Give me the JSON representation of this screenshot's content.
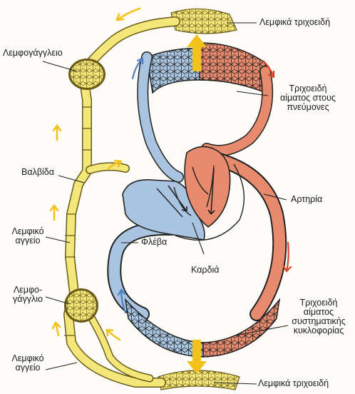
{
  "labels": {
    "lymph_capillaries_top": "Λεμφικά τριχοειδή",
    "lymph_node_top": "Λεμφογάγγλειο",
    "valve": "Βαλβίδα",
    "lymph_vessel_top_line1": "Λεμφικό",
    "lymph_vessel_top_line2": "αγγείο",
    "lymph_node_bottom_line1": "Λεμφο-",
    "lymph_node_bottom_line2": "γάγγλιο",
    "lymph_vessel_bottom_line1": "Λεμφικό",
    "lymph_vessel_bottom_line2": "αγγείο",
    "lung_capillaries_line1": "Τριχοειδή",
    "lung_capillaries_line2": "αίματος στους",
    "lung_capillaries_line3": "πνεύμονες",
    "artery": "Αρτηρία",
    "vein": "Φλέβα",
    "heart": "Καρδιά",
    "systemic_capillaries_line1": "Τριχοειδή",
    "systemic_capillaries_line2": "αίματος",
    "systemic_capillaries_line3": "συστηματικής",
    "systemic_capillaries_line4": "κυκλοφορίας",
    "lymph_capillaries_bottom": "Λεμφικά τριχοειδή"
  },
  "colors": {
    "lymph": "#f3e77a",
    "lymph_outline": "#8a7a28",
    "vein_blood": "#a8c4e0",
    "artery_blood": "#e88a6e",
    "outline": "#222222",
    "arrow_yellow": "#f2c21a",
    "arrow_blue": "#4a7fc1",
    "arrow_red": "#d8432a"
  }
}
